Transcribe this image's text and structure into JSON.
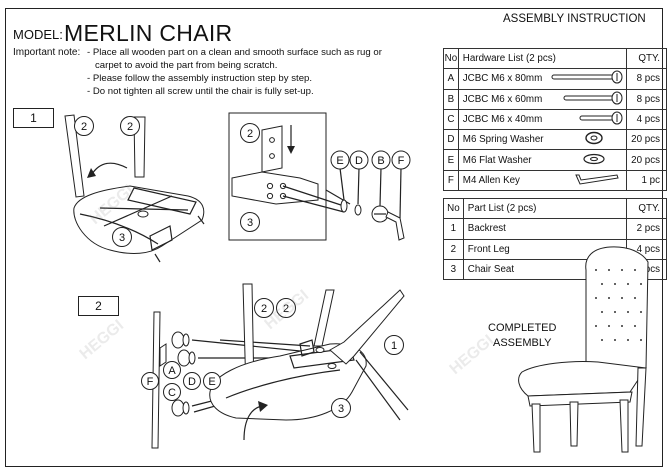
{
  "header": {
    "model_label": "MODEL:",
    "model_name": "MERLIN CHAIR",
    "heading": "ASSEMBLY INSTRUCTION"
  },
  "notes": {
    "label": "Important note:",
    "items": [
      "- Place all wooden part on a clean and smooth surface such as rug or",
      "carpet to avoid the part from being scratch.",
      "- Please follow the assembly instruction step by step.",
      "- Do not tighten all screw until the chair is fully set-up."
    ]
  },
  "hardware": {
    "header": {
      "no": "No",
      "desc": "Hardware List (2 pcs)",
      "qty": "QTY."
    },
    "rows": [
      {
        "no": "A",
        "desc": "JCBC M6 x 80mm",
        "qty": "8 pcs",
        "icon": "long-bolt-icon"
      },
      {
        "no": "B",
        "desc": "JCBC M6 x 60mm",
        "qty": "8 pcs",
        "icon": "medium-bolt-icon"
      },
      {
        "no": "C",
        "desc": "JCBC M6 x 40mm",
        "qty": "4 pcs",
        "icon": "short-bolt-icon"
      },
      {
        "no": "D",
        "desc": "M6 Spring Washer",
        "qty": "20 pcs",
        "icon": "spring-washer-icon"
      },
      {
        "no": "E",
        "desc": "M6 Flat Washer",
        "qty": "20 pcs",
        "icon": "flat-washer-icon"
      },
      {
        "no": "F",
        "desc": "M4 Allen Key",
        "qty": "1 pc",
        "icon": "allen-key-icon"
      }
    ]
  },
  "parts": {
    "header": {
      "no": "No",
      "desc": "Part List (2 pcs)",
      "qty": "QTY."
    },
    "rows": [
      {
        "no": "1",
        "desc": "Backrest",
        "qty": "2 pcs"
      },
      {
        "no": "2",
        "desc": "Front Leg",
        "qty": "4 pcs"
      },
      {
        "no": "3",
        "desc": "Chair Seat",
        "qty": "2 pcs"
      }
    ]
  },
  "steps": {
    "step1": "1",
    "step2": "2"
  },
  "callouts": {
    "part1": "1",
    "part2": "2",
    "part3": "3",
    "A": "A",
    "B": "B",
    "C": "C",
    "D": "D",
    "E": "E",
    "F": "F"
  },
  "completed": {
    "line1": "COMPLETED",
    "line2": "ASSEMBLY"
  },
  "watermark": "HEGGI"
}
